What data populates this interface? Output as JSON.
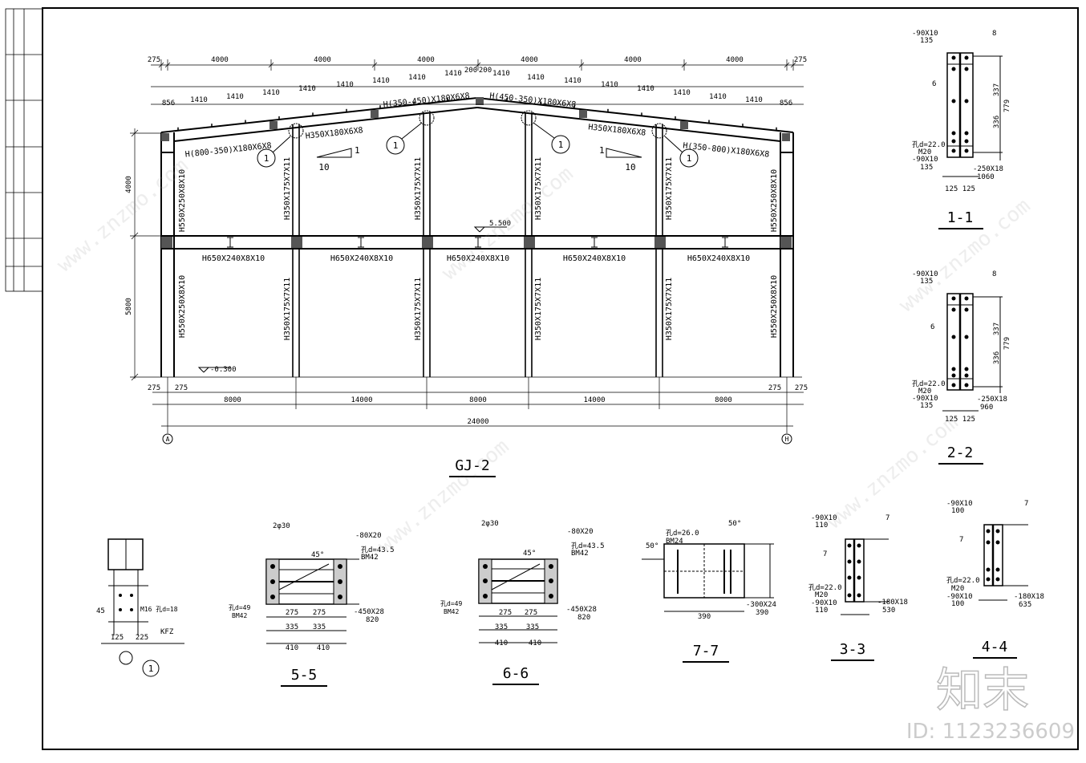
{
  "frame": {
    "title": "GJ-2",
    "elevation_mid": "5.500",
    "elevation_base": "-0.300",
    "axis_left": "A",
    "axis_right": "H",
    "height_top": "4000",
    "height_bottom": "5800",
    "slope_num": "1",
    "slope_den": "10",
    "callout": "1"
  },
  "dims": {
    "top_bays": [
      "275",
      "4000",
      "4000",
      "4000",
      "4000",
      "4000",
      "4000",
      "275"
    ],
    "rafter_left": [
      "856",
      "1410",
      "1410",
      "1410",
      "1410",
      "1410",
      "1410",
      "1410",
      "200"
    ],
    "rafter_right": [
      "200",
      "1410",
      "1410",
      "1410",
      "1410",
      "1410",
      "1410",
      "1410",
      "856"
    ],
    "bottom_spans": [
      "8000",
      "14000",
      "8000",
      "14000",
      "8000"
    ],
    "bottom_edge_l": "275",
    "bottom_edge_r": "275",
    "total": "24000"
  },
  "members": {
    "rafter_end_l": "H(800-350)X180X6X8",
    "rafter_mid_l": "H(350-450)X180X6X8",
    "rafter_mid_r": "H(450-350)X180X6X8",
    "rafter_end_r": "H(350-800)X180X6X8",
    "rafter_span_l": "H350X180X6X8",
    "rafter_span_r": "H350X180X6X8",
    "col_outer": "H550X250X8X10",
    "col_inner": "H350X175X7X11",
    "beam": "H650X240X8X10"
  },
  "sections": {
    "s11": {
      "label": "1-1",
      "p1": "-90X10",
      "p2": "135",
      "p3": "-250X18",
      "p4": "1060",
      "hole": "孔d=22.0",
      "bolt": "M20",
      "d1": "337",
      "d2": "336",
      "d3": "779",
      "w": "125 125",
      "k": "8",
      "k2": "6"
    },
    "s22": {
      "label": "2-2",
      "p1": "-90X10",
      "p2": "135",
      "p3": "-250X18",
      "p4": "960",
      "hole": "孔d=22.0",
      "bolt": "M20",
      "d1": "337",
      "d2": "336",
      "d3": "779",
      "w": "125 125",
      "k": "8",
      "k2": "6"
    },
    "s55": {
      "label": "5-5",
      "top": "2φ30",
      "p1": "-80X20",
      "p2": "-450X28",
      "p3": "820",
      "b1": "BM42",
      "hole": "孔d=49",
      "hole2": "孔d=43.5",
      "w1": "275",
      "w2": "275",
      "w3": "335",
      "w4": "335",
      "w5": "410",
      "w6": "410",
      "ang": "45°"
    },
    "s66": {
      "label": "6-6",
      "top": "2φ30",
      "p1": "-80X20",
      "p2": "-450X28",
      "p3": "820",
      "b1": "BM42",
      "hole": "孔d=49",
      "hole2": "孔d=43.5",
      "w1": "275",
      "w2": "275",
      "w3": "335",
      "w4": "335",
      "w5": "410",
      "w6": "410",
      "ang": "45°"
    },
    "s77": {
      "label": "7-7",
      "hole": "孔d=26.0",
      "bolt": "BM24",
      "p1": "-300X24",
      "p2": "390",
      "w1": "390",
      "ang": "50°"
    },
    "s33": {
      "label": "3-3",
      "p1": "-90X10",
      "p2": "110",
      "p3": "-180X18",
      "p4": "530",
      "hole": "孔d=22.0",
      "bolt": "M20",
      "k": "7"
    },
    "s44": {
      "label": "4-4",
      "p1": "-90X10",
      "p2": "100",
      "p3": "-180X18",
      "p4": "635",
      "hole": "孔d=22.0",
      "bolt": "M20",
      "k": "7"
    },
    "d1": {
      "label": "1",
      "kfz": "KFZ",
      "bolt": "M16 孔d=18",
      "w1": "125",
      "w2": "225",
      "w3": "45"
    }
  },
  "watermark": {
    "brand": "知末",
    "id": "ID: 1123236609",
    "site": "www.znzmo.com"
  }
}
